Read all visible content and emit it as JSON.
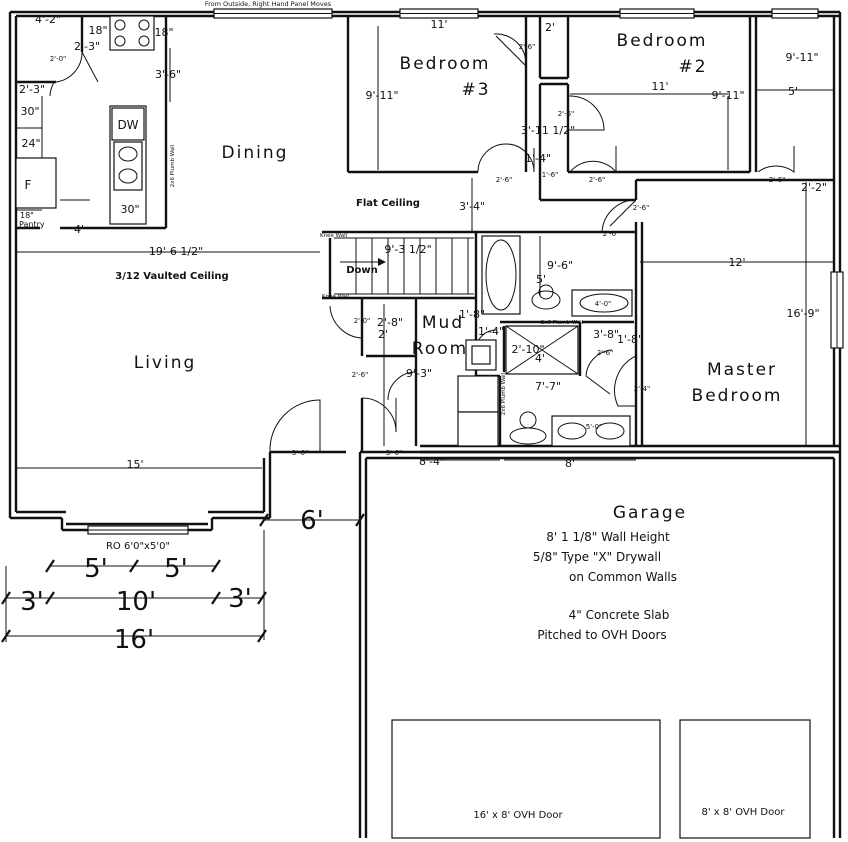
{
  "header_note": "From Outside, Right Hand Panel Moves",
  "rooms": {
    "dining": "Dining",
    "living": "Living",
    "bedroom3_a": "Bedroom",
    "bedroom3_b": "#3",
    "bedroom2_a": "Bedroom",
    "bedroom2_b": "#2",
    "mud_a": "Mud",
    "mud_b": "Room",
    "master_a": "Master",
    "master_b": "Bedroom",
    "garage": "Garage"
  },
  "notes": {
    "flat_ceiling": "Flat Ceiling",
    "vaulted": "3/12 Vaulted Ceiling",
    "down": "Down",
    "knee_wall_top": "Knee Wall",
    "knee_wall_bottom": "Knee Wall",
    "plumb_wall_kitchen": "2x6 Plumb Wall",
    "plumb_wall_bath": "2x6 Plumb Wall",
    "plumb_wall_laundry": "2x6 Plumb Wall",
    "window_ro": "RO 6'0\"x5'0\"",
    "pantry_a": "18\"",
    "pantry_b": "Pantry",
    "garage_1": "8' 1 1/8\" Wall Height",
    "garage_2": "5/8\" Type \"X\" Drywall",
    "garage_3": "on Common Walls",
    "garage_4": "4\" Concrete Slab",
    "garage_5": "Pitched to OVH Doors",
    "ovh_door_1": "16' x 8' OVH Door",
    "ovh_door_2": "8' x 8' OVH Door"
  },
  "appliances": {
    "dw": "DW",
    "fridge": "F",
    "cab_30_a": "30\"",
    "cab_24": "24\"",
    "cab_30_b": "30\"",
    "cab_18_a": "18\"",
    "cab_18_b": "18\"",
    "tub_40": "4'-0\"",
    "shower_50": "5'-0\""
  },
  "dimensions": {
    "d_4_2": "4'-2\"",
    "d_2_3_a": "2'-3\"",
    "d_2_0_pantry": "2'-0\"",
    "d_2_3_b": "2'-3\"",
    "d_3_6": "3'-6\"",
    "d_4": "4'",
    "d_19_6": "19'-6 1/2\"",
    "d_15": "15'",
    "d_11_top": "11'",
    "d_2": "2'",
    "d_2_6_a": "2'-6\"",
    "d_9_11_a": "9'-11\"",
    "d_11_b2": "11'",
    "d_9_11_b": "9'-11\"",
    "d_9_11_c": "9'-11\"",
    "d_5": "5'",
    "d_2_6_b": "2'-6\"",
    "d_3_11": "3'-11 1/2\"",
    "d_1_4_a": "1'-4\"",
    "d_1_6": "1'-6\"",
    "d_2_6_c": "2'-6\"",
    "d_2_6_d": "2'-6\"",
    "d_2_6_e": "2'-6\"",
    "d_2_2": "2'-2\"",
    "d_3_4": "3'-4\"",
    "d_2_6_f": "2'-6\"",
    "d_2_6_g": "2'-6\"",
    "d_9_3_a": "9'-3 1/2\"",
    "d_9_6": "9'-6\"",
    "d_12": "12'",
    "d_5_bath": "5'",
    "d_16_9": "16'-9\"",
    "d_1_8_a": "1'-8\"",
    "d_1_4_b": "1'-4\"",
    "d_2_10": "2'-10\"",
    "d_4_bath": "4'",
    "d_3_8": "3'-8\"",
    "d_1_8_b": "1'-8\"",
    "d_2_6_h": "2'-6\"",
    "d_2_0_mud": "2'-0\"",
    "d_2_8": "2'-8\"",
    "d_2_6_i": "2'-6\"",
    "d_9_3_b": "9'-3\"",
    "d_7_7": "7'-7\"",
    "d_2_4": "2'-4\"",
    "d_3_0_a": "3'-0\"",
    "d_3_0_b": "3'-0\"",
    "d_8_4": "8'-4\"",
    "d_8": "8'",
    "d_6": "6'",
    "d_5_a": "5'",
    "d_5_b": "5'",
    "d_3_a": "3'",
    "d_10": "10'",
    "d_3_b": "3'",
    "d_16": "16'"
  }
}
